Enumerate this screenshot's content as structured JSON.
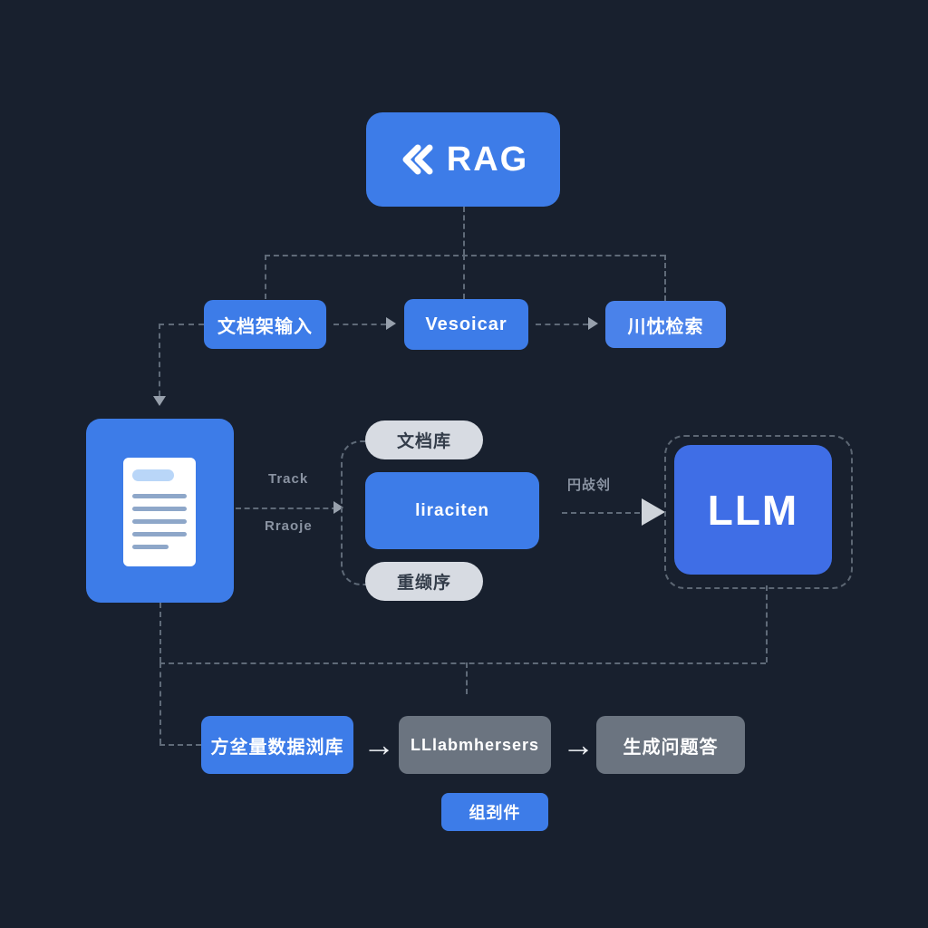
{
  "colors": {
    "background": "#18202e",
    "primary_blue": "#3d7ce8",
    "llm_blue": "#3f6ee6",
    "light_pill": "#d7dbe2",
    "gray_box": "#6b7480",
    "dashed_line": "#5f6a78"
  },
  "header": {
    "title": "RAG",
    "icon": "double-chevron-left-icon"
  },
  "top_row": {
    "node1": {
      "label": "文档架输入"
    },
    "node2": {
      "label": "Vesoicar"
    },
    "node3": {
      "label": "川忱检索"
    }
  },
  "middle": {
    "doc_panel": {
      "icon": "document-icon"
    },
    "edge_labels": {
      "upper": "Track",
      "lower": "Rraoje",
      "prompt": "円敁刢"
    },
    "stack": {
      "top_pill": "文档库",
      "center_box": "liraciten",
      "bottom_pill": "重缬序"
    },
    "llm": {
      "label": "LLM"
    }
  },
  "bottom_row": {
    "node1": {
      "label": "方坌量数据浏库"
    },
    "arrow": "→",
    "node2": {
      "label": "LLlabmhersers"
    },
    "node3": {
      "label": "生成问题答"
    }
  },
  "footer_tag": {
    "label": "组刭件"
  }
}
